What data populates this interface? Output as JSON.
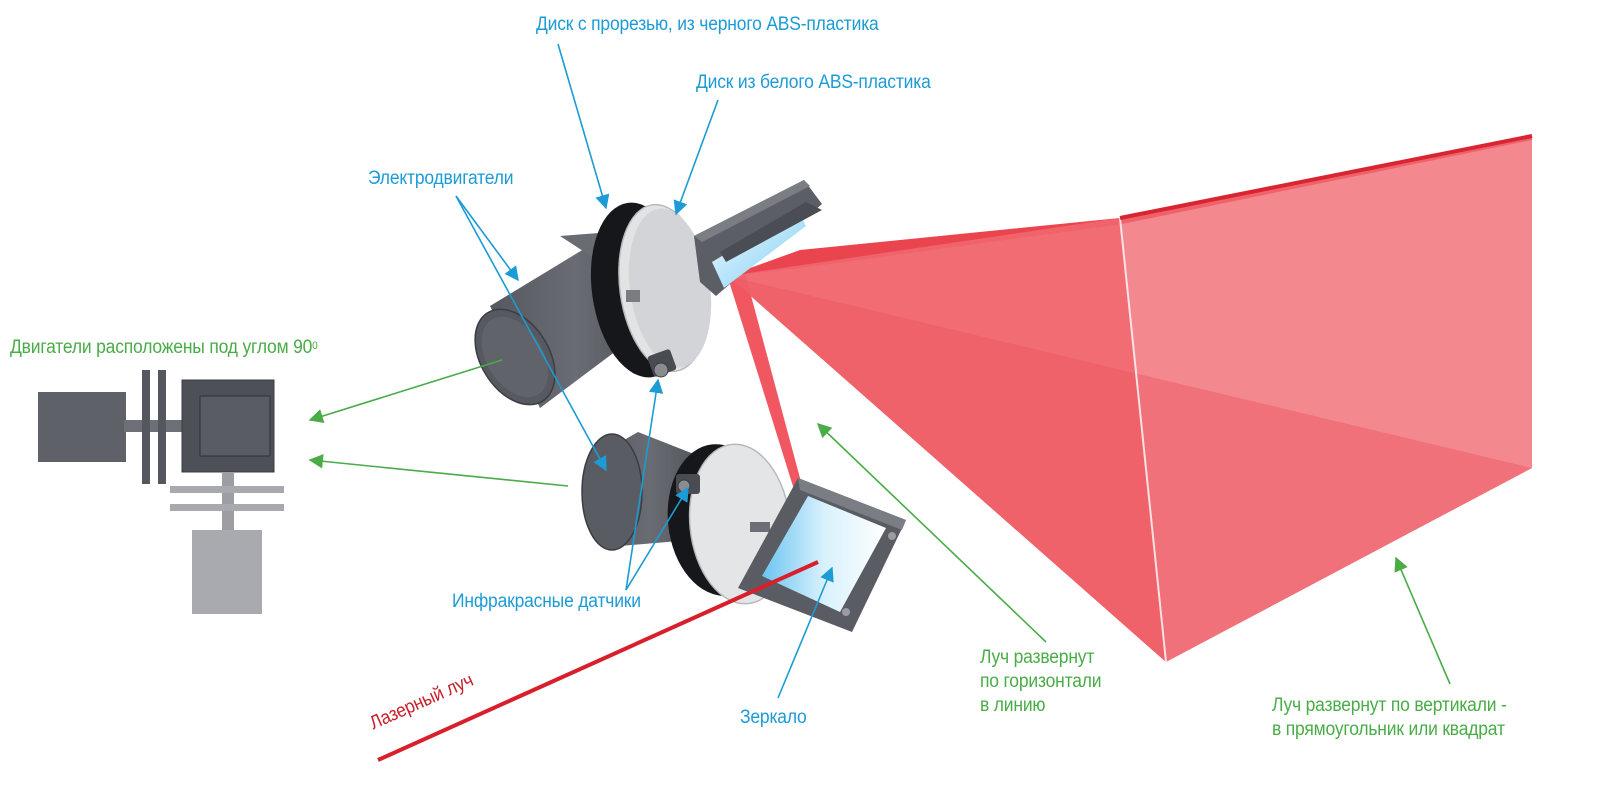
{
  "labels": {
    "disk_slot": "Диск с прорезью, из черного ABS-пластика",
    "disk_white": "Диск из белого ABS-пластика",
    "motors": "Электродвигатели",
    "angle": "Двигатели расположены под углом 90",
    "angle_sup": "0",
    "ir_sensors": "Инфракрасные датчики",
    "mirror": "Зеркало",
    "laser": "Лазерный луч",
    "beam_horizontal": "Луч развернут\nпо горизонтали\nв линию",
    "beam_vertical": "Луч развернут по вертикали -\nв прямоугольник или квадрат"
  },
  "colors": {
    "label_blue": "#1c9bd5",
    "label_green": "#49ac47",
    "laser_red": "#c8202a",
    "beam_fill": "#ef4b55",
    "motor_body": "#5e6068",
    "motor_dark": "#3e4047",
    "disk_black": "#16171b",
    "disk_white": "#dfe0e2",
    "mirror_glass": "#bfe6fb"
  }
}
